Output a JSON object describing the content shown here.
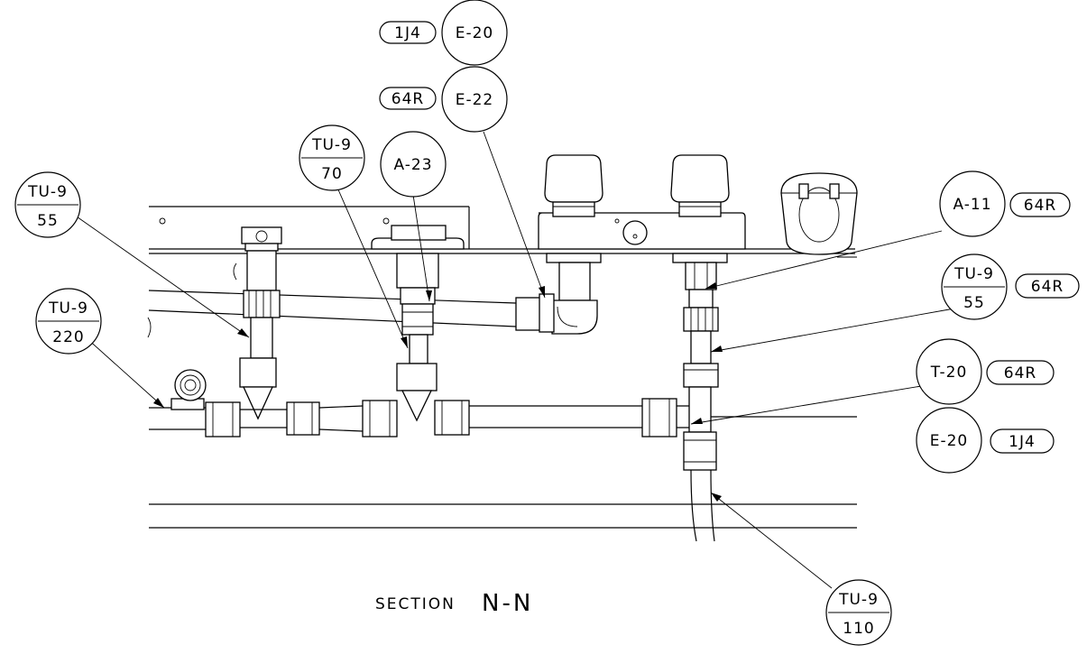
{
  "section_title": {
    "prefix": "SECTION",
    "letters": "N-N"
  },
  "callouts": [
    {
      "id": "c-tu9-55-left",
      "top": "TU-9",
      "bottom": "55"
    },
    {
      "id": "c-tu9-70",
      "top": "TU-9",
      "bottom": "70"
    },
    {
      "id": "c-a23",
      "label": "A-23"
    },
    {
      "id": "c-tu9-220",
      "top": "TU-9",
      "bottom": "220"
    },
    {
      "id": "c-e20-top",
      "label": "E-20",
      "tag": "1J4"
    },
    {
      "id": "c-e22",
      "label": "E-22",
      "tag": "64R"
    },
    {
      "id": "c-a11",
      "label": "A-11",
      "tag": "64R"
    },
    {
      "id": "c-tu9-55-right",
      "top": "TU-9",
      "bottom": "55",
      "tag": "64R"
    },
    {
      "id": "c-t20",
      "label": "T-20",
      "tag": "64R"
    },
    {
      "id": "c-e20-right",
      "label": "E-20",
      "tag": "1J4"
    },
    {
      "id": "c-tu9-110",
      "top": "TU-9",
      "bottom": "110"
    }
  ]
}
